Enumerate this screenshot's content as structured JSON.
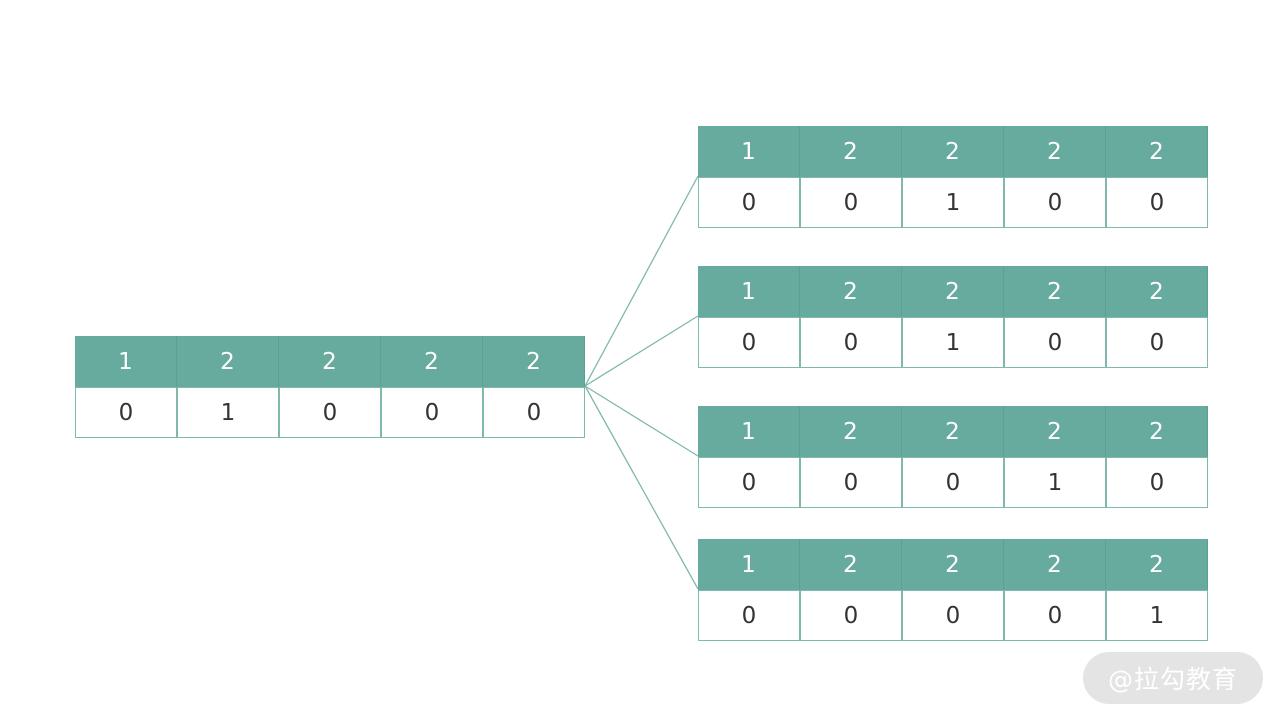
{
  "source": {
    "header": [
      "1",
      "2",
      "2",
      "2",
      "2"
    ],
    "values": [
      "0",
      "1",
      "0",
      "0",
      "0"
    ]
  },
  "children": [
    {
      "header": [
        "1",
        "2",
        "2",
        "2",
        "2"
      ],
      "values": [
        "0",
        "0",
        "1",
        "0",
        "0"
      ]
    },
    {
      "header": [
        "1",
        "2",
        "2",
        "2",
        "2"
      ],
      "values": [
        "0",
        "0",
        "1",
        "0",
        "0"
      ]
    },
    {
      "header": [
        "1",
        "2",
        "2",
        "2",
        "2"
      ],
      "values": [
        "0",
        "0",
        "0",
        "1",
        "0"
      ]
    },
    {
      "header": [
        "1",
        "2",
        "2",
        "2",
        "2"
      ],
      "values": [
        "0",
        "0",
        "0",
        "0",
        "1"
      ]
    }
  ],
  "colors": {
    "header_fill": "#67ab9f",
    "border": "#7fb8ad",
    "connector": "#7fb8ad"
  },
  "watermark": "@拉勾教育"
}
